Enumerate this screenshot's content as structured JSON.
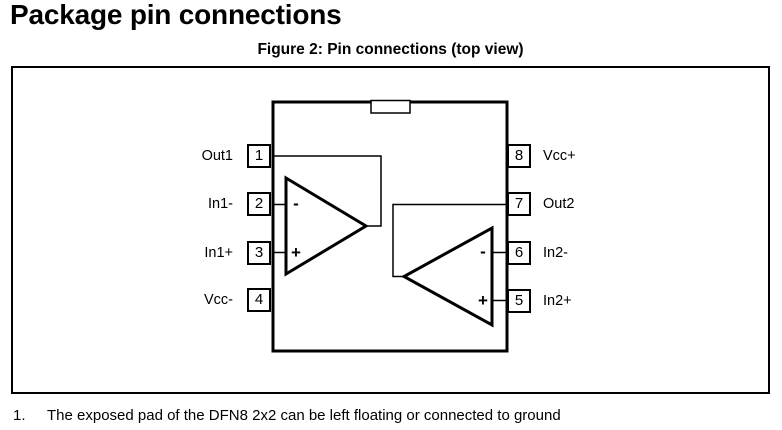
{
  "page": {
    "title": "Package pin connections",
    "figure_caption": "Figure 2: Pin connections (top view)",
    "footnote": {
      "number": "1.",
      "text": "The exposed pad of the DFN8 2x2 can be left floating or connected to ground"
    }
  },
  "diagram": {
    "pins_left": [
      {
        "number": "1",
        "label": "Out1"
      },
      {
        "number": "2",
        "label": "In1-"
      },
      {
        "number": "3",
        "label": "In1+"
      },
      {
        "number": "4",
        "label": "Vcc-"
      }
    ],
    "pins_right": [
      {
        "number": "8",
        "label": "Vcc+"
      },
      {
        "number": "7",
        "label": "Out2"
      },
      {
        "number": "6",
        "label": "In2-"
      },
      {
        "number": "5",
        "label": "In2+"
      }
    ],
    "opamps": [
      {
        "minus": "-",
        "plus": "+"
      },
      {
        "minus": "-",
        "plus": "+"
      }
    ],
    "colors": {
      "line": "#000000",
      "background": "#ffffff"
    }
  }
}
